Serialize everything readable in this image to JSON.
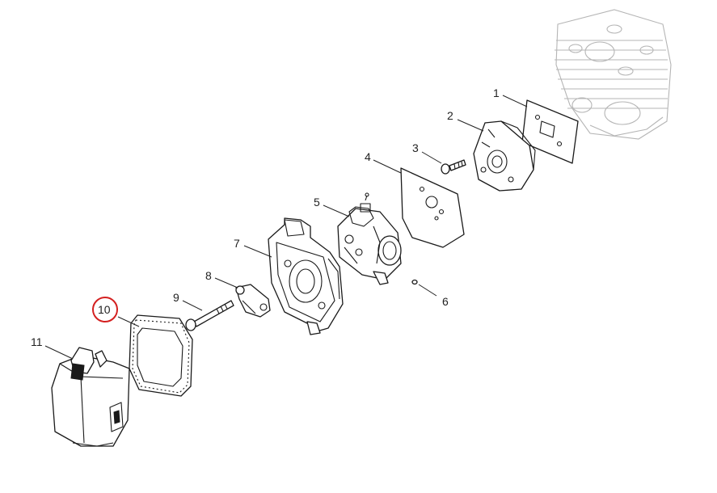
{
  "callouts": {
    "c1": "1",
    "c2": "2",
    "c3": "3",
    "c4": "4",
    "c5": "5",
    "c6": "6",
    "c7": "7",
    "c8": "8",
    "c9": "9",
    "c10": "10",
    "c11": "11"
  },
  "highlight": {
    "callout": "10",
    "color": "#d42020"
  },
  "colors": {
    "ink": "#1a1a1a",
    "ghost": "#b5b5b5"
  }
}
